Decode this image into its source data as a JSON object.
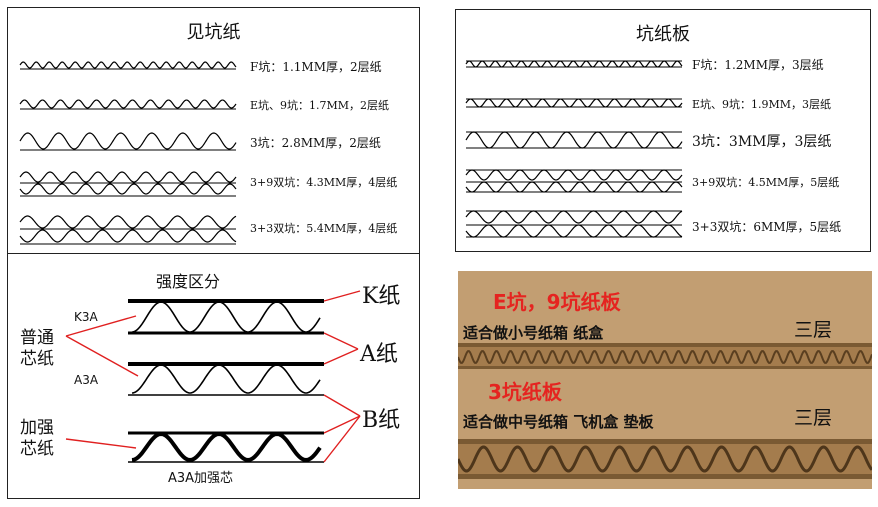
{
  "left_panel": {
    "title": "见坑纸",
    "rows": [
      {
        "label": "F坑：1.1MM厚，2层纸",
        "type": "single",
        "amp": 3,
        "period": 13
      },
      {
        "label": "E坑、9坑：1.7MM，2层纸",
        "type": "single",
        "amp": 4,
        "period": 18
      },
      {
        "label": "3坑：2.8MM厚，2层纸",
        "type": "single",
        "amp": 8,
        "period": 31
      },
      {
        "label": "3+9双坑：4.3MM厚，4层纸",
        "type": "double",
        "amp": 5,
        "period": 24
      },
      {
        "label": "3+3双坑：5.4MM厚，4层纸",
        "type": "double",
        "amp": 6,
        "period": 30
      }
    ]
  },
  "right_panel": {
    "title": "坑纸板",
    "rows": [
      {
        "label": "F坑：1.2MM厚，3层纸",
        "type": "single",
        "amp": 3,
        "period": 13
      },
      {
        "label": "E坑、9坑：1.9MM，3层纸",
        "type": "single",
        "amp": 4,
        "period": 18
      },
      {
        "label": "3坑：3MM厚，3层纸",
        "type": "single",
        "amp": 8,
        "period": 31
      },
      {
        "label": "3+9双坑：4.5MM厚，5层纸",
        "type": "double",
        "amp": 5,
        "period": 24
      },
      {
        "label": "3+3双坑：6MM厚，5层纸",
        "type": "double",
        "amp": 6,
        "period": 30
      }
    ]
  },
  "strength_panel": {
    "title": "强度区分",
    "label_k3a": "K3A",
    "label_a3a": "A3A",
    "label_a3a_strong": "A3A加强芯",
    "label_ordinary_line1": "普通",
    "label_ordinary_line2": "芯纸",
    "label_reinforced_line1": "加强",
    "label_reinforced_line2": "芯纸",
    "label_k_paper": "K纸",
    "label_a_paper": "A纸",
    "label_b_paper": "B纸",
    "pointer_color": "#e02020"
  },
  "photo_panel": {
    "caption1_title": "E坑，9坑纸板",
    "caption1_desc": "适合做小号纸箱  纸盒",
    "caption1_layers": "三层",
    "caption2_title": "3坑纸板",
    "caption2_desc": "适合做中号纸箱  飞机盒  垫板",
    "caption2_layers": "三层",
    "title_color": "#e52420"
  }
}
